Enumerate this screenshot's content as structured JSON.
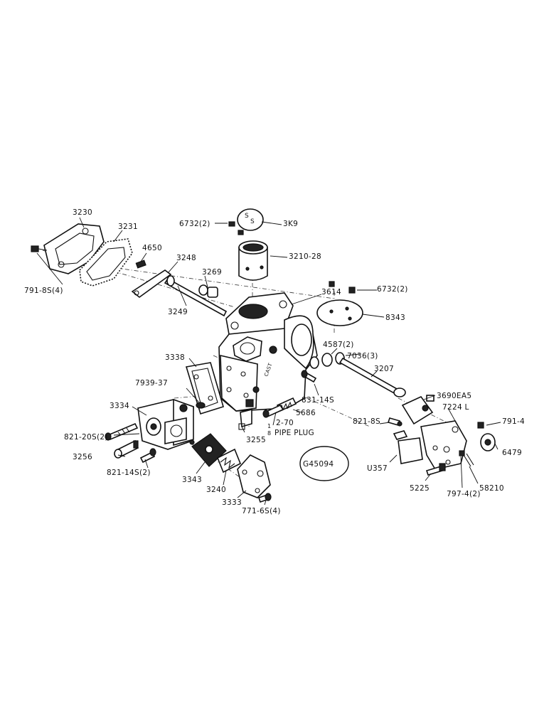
{
  "labels": {
    "l3230": "3230",
    "l3231": "3231",
    "l4650": "4650",
    "l791_8s": "791-8S(4)",
    "l3248": "3248",
    "l3269": "3269",
    "l3249": "3249",
    "l6732_top": "6732(2)",
    "l3k9": "3K9",
    "l3210_28": "3210-28",
    "l3614": "3614",
    "l6732_right": "6732(2)",
    "l8343": "8343",
    "l4587": "4587(2)",
    "l7036": "7036(3)",
    "l3207": "3207",
    "l3338": "3338",
    "l7939_37": "7939-37",
    "l831_14s": "831-14S",
    "l3690ea5": "3690EA5",
    "l7224l": "7224 L",
    "l791_4": "791-4",
    "l821_8s": "821-8S",
    "l3334": "3334",
    "l5686": "5686",
    "l2_70": "2-70",
    "l_frac": "1",
    "l_frac_den": "8",
    "l_pipe": "PIPE PLUG",
    "l821_20s": "821-20S(2)",
    "l3255": "3255",
    "l6479": "6479",
    "l3256": "3256",
    "l_u357": "U357",
    "l_g45094": "G45094",
    "l821_14s": "821-14S(2)",
    "l3343": "3343",
    "l5225": "5225",
    "l58210": "58210",
    "l3240": "3240",
    "l797_4": "797-4(2)",
    "l3333": "3333",
    "l771_6s": "771-6S(4)"
  },
  "colors": {
    "ink": "#111111",
    "paper": "#ffffff"
  }
}
